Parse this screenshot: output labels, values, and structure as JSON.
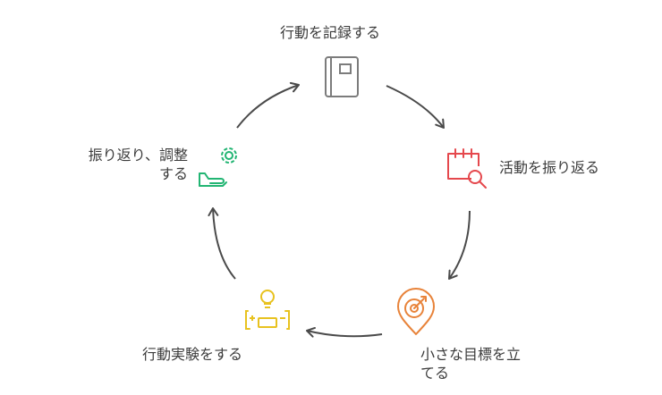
{
  "diagram": {
    "type": "cycle",
    "steps": [
      {
        "id": "record",
        "label": "行動を記録する",
        "icon": "notebook-icon",
        "color": "#7c7c7c"
      },
      {
        "id": "review",
        "label": "活動を振り返る",
        "icon": "calendar-search-icon",
        "color": "#e5484d"
      },
      {
        "id": "goal",
        "label_lines": [
          "小さな目標を立",
          "てる"
        ],
        "icon": "target-pin-icon",
        "color": "#e8833a"
      },
      {
        "id": "experiment",
        "label": "行動実験をする",
        "icon": "lightbulb-battery-icon",
        "color": "#e8c21f"
      },
      {
        "id": "adjust",
        "label_lines": [
          "振り返り、調整",
          "する"
        ],
        "icon": "gear-hand-icon",
        "color": "#22b573"
      }
    ],
    "arrow_color": "#4a4a4a"
  }
}
